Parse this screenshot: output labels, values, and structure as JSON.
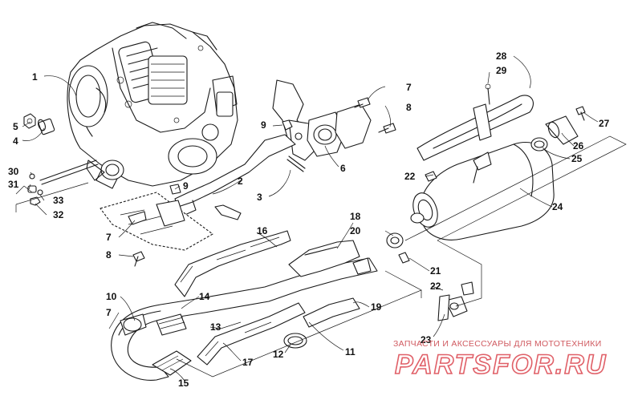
{
  "callouts": [
    {
      "id": "1",
      "label": "1"
    },
    {
      "id": "2",
      "label": "2"
    },
    {
      "id": "3",
      "label": "3"
    },
    {
      "id": "4",
      "label": "4"
    },
    {
      "id": "5",
      "label": "5"
    },
    {
      "id": "6",
      "label": "6"
    },
    {
      "id": "7a",
      "label": "7"
    },
    {
      "id": "7b",
      "label": "7"
    },
    {
      "id": "7c",
      "label": "7"
    },
    {
      "id": "8a",
      "label": "8"
    },
    {
      "id": "8b",
      "label": "8"
    },
    {
      "id": "9a",
      "label": "9"
    },
    {
      "id": "9b",
      "label": "9"
    },
    {
      "id": "10",
      "label": "10"
    },
    {
      "id": "11",
      "label": "11"
    },
    {
      "id": "12",
      "label": "12"
    },
    {
      "id": "13",
      "label": "13"
    },
    {
      "id": "14",
      "label": "14"
    },
    {
      "id": "15",
      "label": "15"
    },
    {
      "id": "16",
      "label": "16"
    },
    {
      "id": "17",
      "label": "17"
    },
    {
      "id": "18",
      "label": "18"
    },
    {
      "id": "19",
      "label": "19"
    },
    {
      "id": "20",
      "label": "20"
    },
    {
      "id": "21",
      "label": "21"
    },
    {
      "id": "22a",
      "label": "22"
    },
    {
      "id": "22b",
      "label": "22"
    },
    {
      "id": "23",
      "label": "23"
    },
    {
      "id": "24",
      "label": "24"
    },
    {
      "id": "25",
      "label": "25"
    },
    {
      "id": "26",
      "label": "26"
    },
    {
      "id": "27",
      "label": "27"
    },
    {
      "id": "28",
      "label": "28"
    },
    {
      "id": "29",
      "label": "29"
    },
    {
      "id": "30",
      "label": "30"
    },
    {
      "id": "31",
      "label": "31"
    },
    {
      "id": "32",
      "label": "32"
    },
    {
      "id": "33",
      "label": "33"
    }
  ],
  "watermark": {
    "subtitle": "ЗАПЧАСТИ И АКСЕССУАРЫ ДЛЯ МОТОТЕХНИКИ",
    "brand": "PARTSFOR.RU",
    "color": "#e06068"
  }
}
